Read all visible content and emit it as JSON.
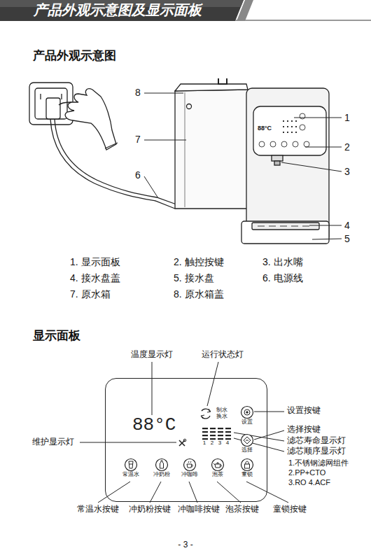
{
  "diagram": {
    "title": "产品外观示意图及显示面板",
    "nodes": [
      {
        "text": [
          "88°C",
          "制水 换水"
        ]
      },
      {
        "text": [
          "设置"
        ],
        "in": 0
      },
      {
        "text": [
          "选择"
        ],
        "in": 0
      },
      {
        "text": [
          "常温水"
        ],
        "in": 0
      },
      {
        "text": [
          "冲奶粉"
        ],
        "in": 0
      },
      {
        "text": [
          "冲咖啡"
        ],
        "in": 0
      },
      {
        "text": [
          "泡茶"
        ],
        "in": 0
      },
      {
        "text": [
          "童锁"
        ],
        "in": 0
      }
    ],
    "labels": [
      "8",
      "7",
      "6",
      "1",
      "2",
      "3",
      "4",
      "5",
      "1. 显示面板",
      "2. 触控按键",
      "3. 出水嘴",
      "4. 接水盘盖",
      "5. 接水盘",
      "6. 电源线",
      "7. 原水箱",
      "8. 原水箱盖",
      "产品外观示意图",
      "显示面板",
      "温度显示灯",
      "运行状态灯",
      "设置按键",
      "选择按键",
      "滤芯寿命显示灯",
      "滤芯顺序显示灯",
      "1.不锈钢滤网组件",
      "2.PP+CTO",
      "3.RO 4.ACF",
      "维护显示灯",
      "常温水按键",
      "冲奶粉按键",
      "冲咖啡按键",
      "泡茶按键",
      "童锁按键",
      "1",
      "2",
      "3",
      "4",
      "- 3 -",
      "88°C"
    ]
  }
}
